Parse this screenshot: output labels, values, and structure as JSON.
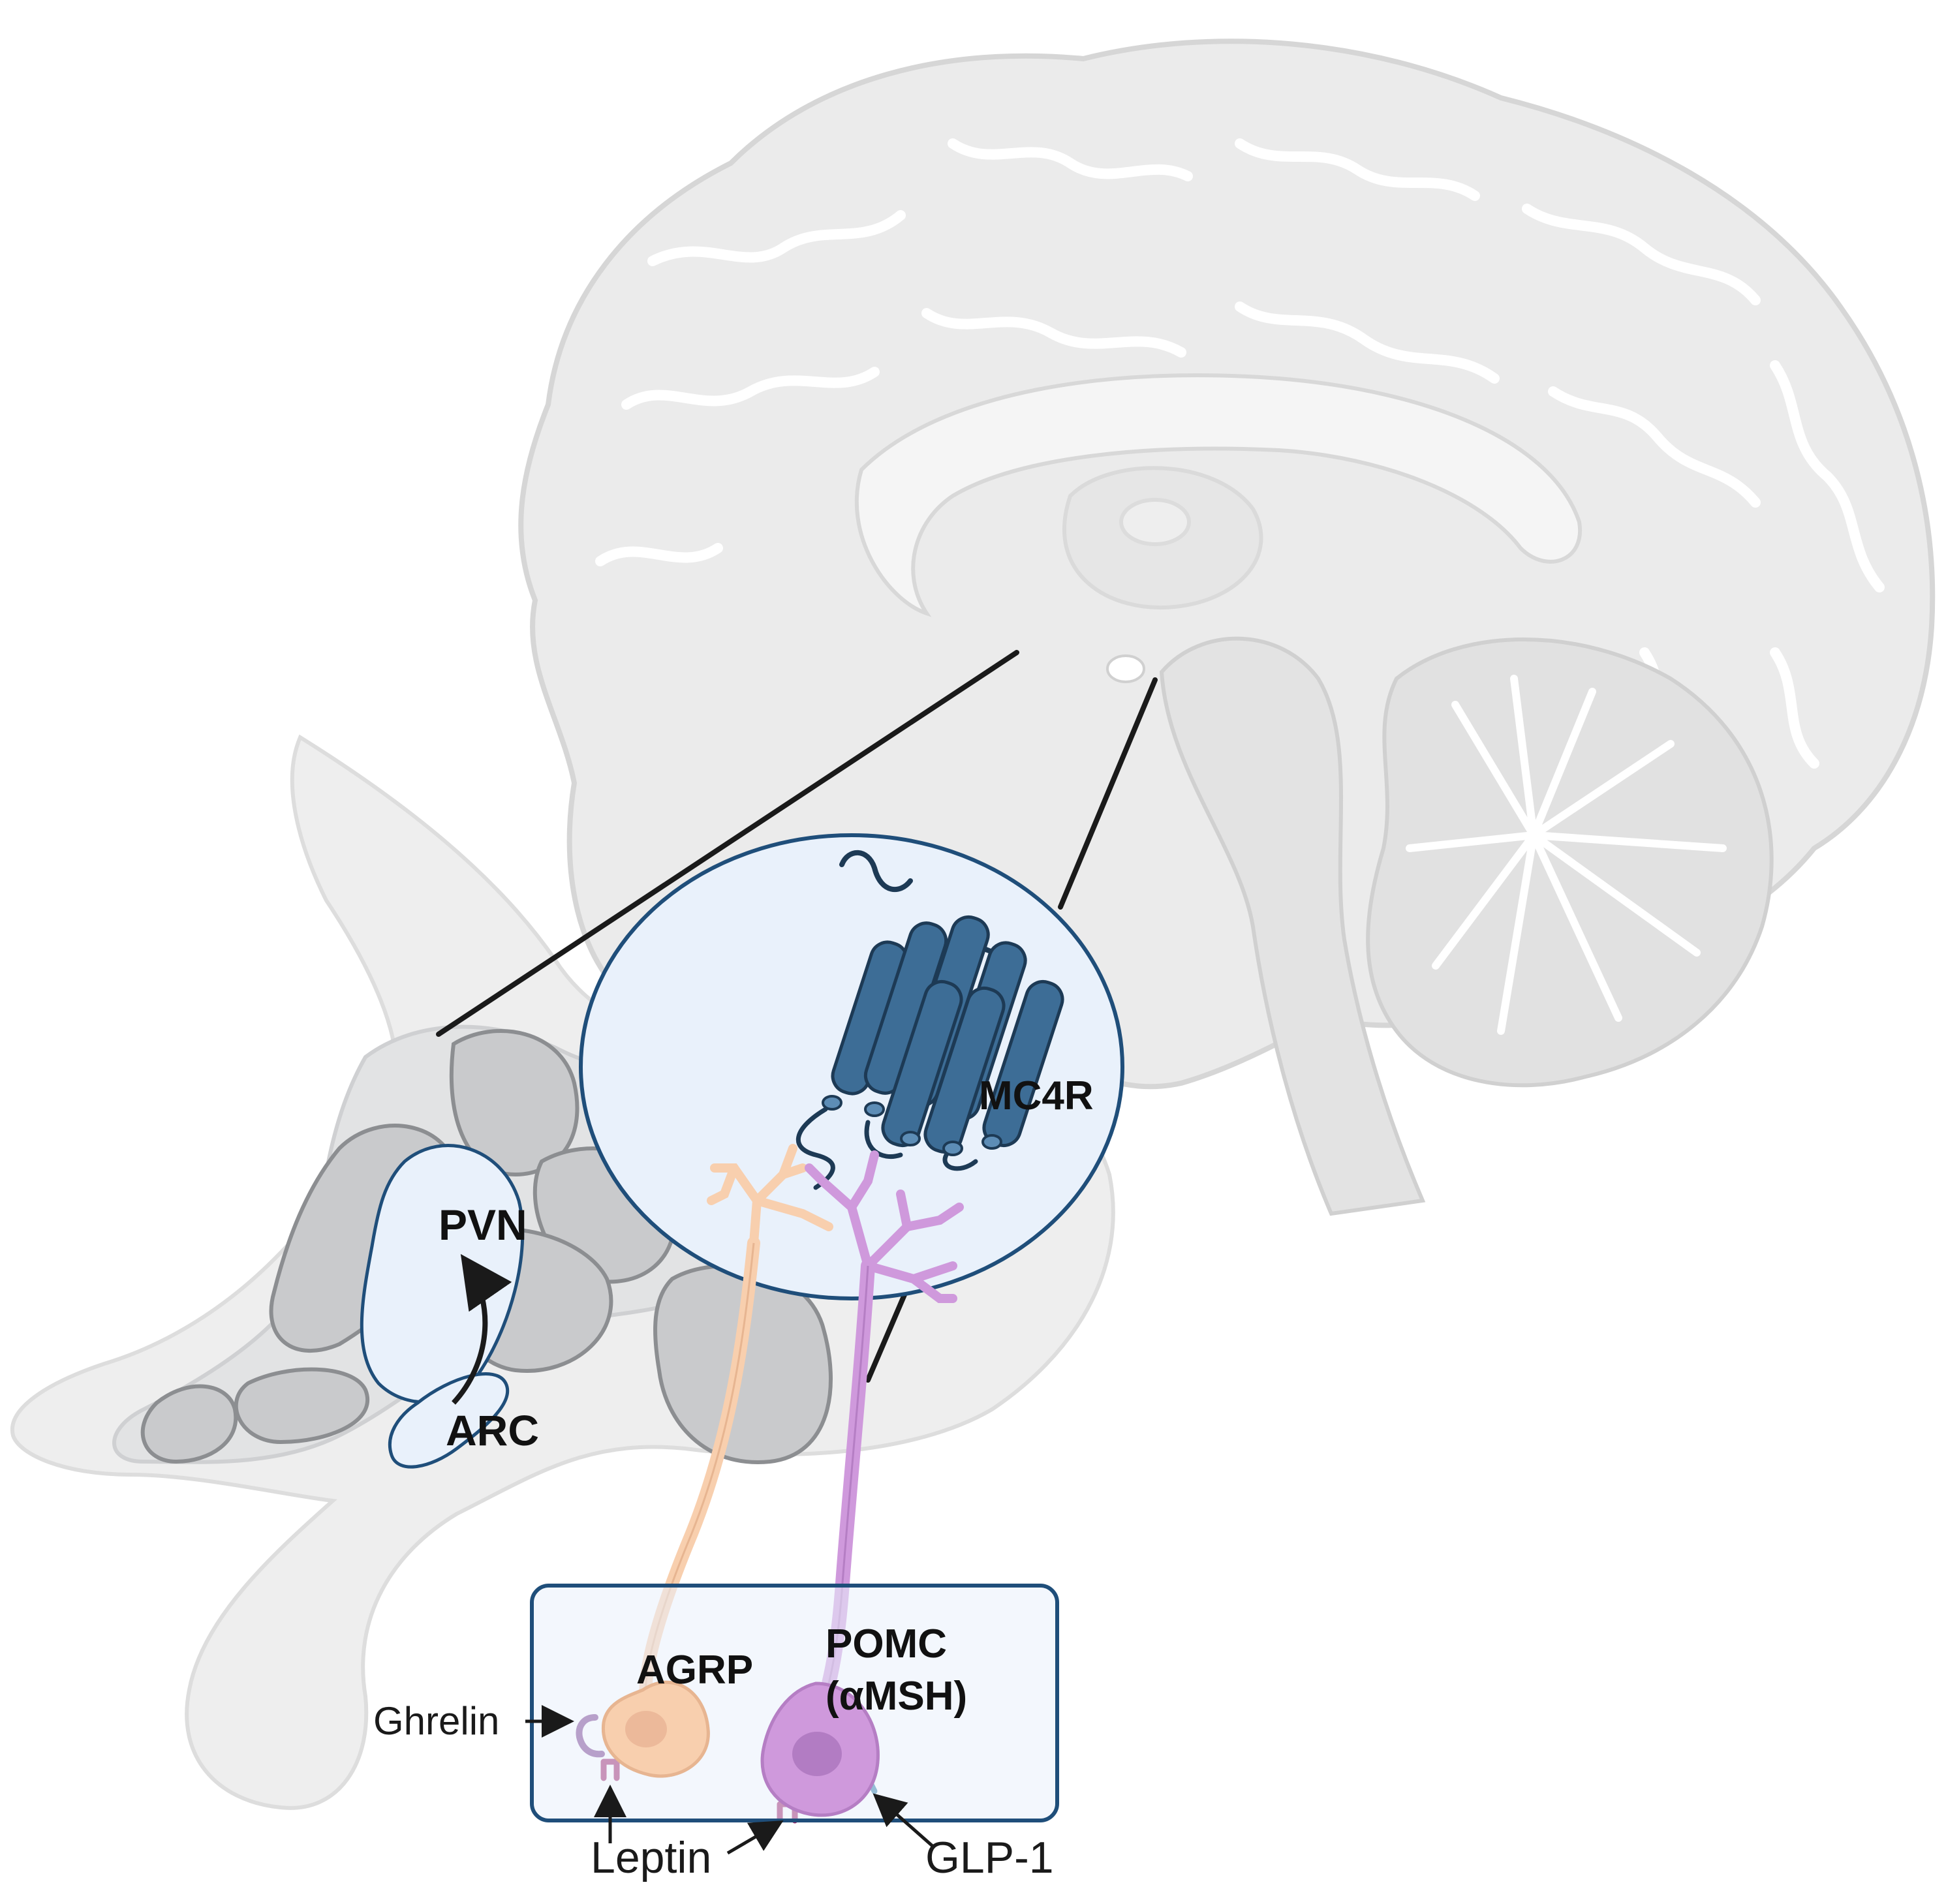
{
  "labels": {
    "mc4r": "MC4R",
    "pvn": "PVN",
    "arc": "ARC",
    "agrp": "AGRP",
    "pomc_line1": "POMC",
    "pomc_line2": "(αMSH)",
    "ghrelin": "Ghrelin",
    "leptin": "Leptin",
    "glp1": "GLP-1"
  },
  "colors": {
    "brain_fill": "#ececec",
    "brain_stroke": "#d4d4d4",
    "nuclei_fill": "#c9cacc",
    "nuclei_stroke": "#8c8e91",
    "inset_fill": "#e9f1fb",
    "inset_stroke": "#1f4e7a",
    "receptor": "#3d6d96",
    "receptor_dark": "#1d3a55",
    "agrp_neuron": "#f8cfae",
    "pomc_neuron": "#cf99dc",
    "ghrelin_receptor": "#7b3f8e",
    "leptin_receptor": "#a0246a",
    "glp1_receptor": "#2f7fa8"
  },
  "icons": [
    "brain-sagittal-illustration",
    "mc4r-gpcr-receptor-icon",
    "agrp-neuron-icon",
    "pomc-neuron-icon"
  ]
}
